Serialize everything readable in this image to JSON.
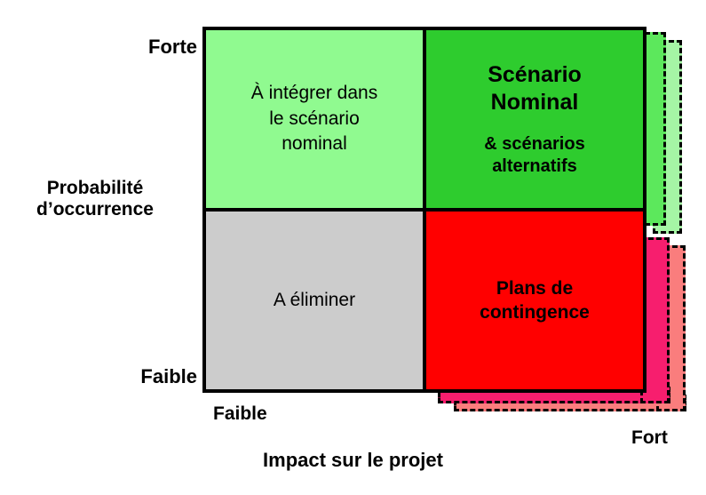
{
  "axes": {
    "y_title": "Probabilité\nd’occurrence",
    "y_high": "Forte",
    "y_low": "Faible",
    "x_title": "Impact sur le projet",
    "x_low": "Faible",
    "x_high": "Fort"
  },
  "quadrants": {
    "high_prob_low_impact": {
      "label": "À intégrer dans\nle scénario\nnominal",
      "color": "#90fa90"
    },
    "high_prob_high_impact": {
      "title": "Scénario\nNominal",
      "subtitle": "& scénarios\nalternatifs",
      "color": "#2ecc2e"
    },
    "low_prob_low_impact": {
      "label": "A éliminer",
      "color": "#cccccc"
    },
    "low_prob_high_impact": {
      "label": "Plans de\ncontingence",
      "color": "#ff0000"
    }
  },
  "stack_layers": {
    "green_inner_color": "#5ce85c",
    "green_outer_color": "#a5f5a5",
    "red_inner_color": "#f71e6e",
    "red_outer_color": "#fa7d7d"
  },
  "chart_data": {
    "type": "heatmap",
    "title": "",
    "xlabel": "Impact sur le projet",
    "ylabel": "Probabilité d’occurrence",
    "x_categories": [
      "Faible",
      "Fort"
    ],
    "y_categories": [
      "Faible",
      "Forte"
    ],
    "grid": false,
    "legend": "none",
    "cells": [
      {
        "x": "Faible",
        "y": "Forte",
        "label": "À intégrer dans le scénario nominal",
        "color": "#90fa90"
      },
      {
        "x": "Fort",
        "y": "Forte",
        "label": "Scénario Nominal & scénarios alternatifs",
        "color": "#2ecc2e"
      },
      {
        "x": "Faible",
        "y": "Faible",
        "label": "A éliminer",
        "color": "#cccccc"
      },
      {
        "x": "Fort",
        "y": "Faible",
        "label": "Plans de contingence",
        "color": "#ff0000"
      }
    ]
  }
}
